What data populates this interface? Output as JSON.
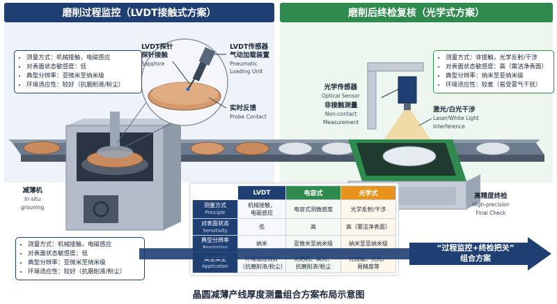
{
  "banners": {
    "left": "磨削过程监控（LVDT接触式方案）",
    "right": "磨削后终检复核（光学式方案）"
  },
  "spec_top_left": [
    "测量方式：机械接触，电磁感应",
    "对表面状态敏感度：低",
    "典型分辨率：亚微米至纳米级",
    "环境适应性：较好（抗磨削液/粉尘）"
  ],
  "spec_bottom_left": [
    "测量方式：机械接触，电磁感应",
    "对表面状态敏感度：低",
    "典型分辨率：亚微米至纳米级",
    "环境适应性：较好（抗磨削液/粉尘）"
  ],
  "spec_right": [
    "测量方式：非接触，光学反射/干涉",
    "对表面状态敏感度：高（需洁净表面）",
    "典型分辨率：纳米至亚纳米级",
    "环境适应性：较差（易受雾气干扰）"
  ],
  "labels": {
    "lvdt_probe": "LVDT探针",
    "probe_contact": "探针接触",
    "sapphire": "Sapphire",
    "lvdt_sensor": "LVDT传感器",
    "pneumatic_cn": "气动加载装置",
    "pneumatic_en": "Pneumatic Loading Unit",
    "feedback_cn": "实时反馈",
    "feedback_en": "Probe Contact",
    "thinning_cn": "减薄机",
    "thinning_en1": "In-situ",
    "thinning_en2": "grouning",
    "optical_sensor_cn": "光学传感器",
    "optical_sensor_en": "Optical Sensor",
    "noncontact_cn": "非接触测量",
    "noncontact_en1": "Non-contact",
    "noncontact_en2": "Measurement",
    "laser_cn": "激光/白光干涉",
    "laser_en1": "Laser/White Light",
    "laser_en2": "Interference",
    "final_cn": "高精度终检",
    "final_en1": "High-precision",
    "final_en2": "Final Check"
  },
  "table": {
    "headers": [
      "LVDT",
      "电容式",
      "光学式"
    ],
    "header_colors": [
      "#1f3f73",
      "#2f8a4e",
      "#e8931e"
    ],
    "rows": [
      {
        "cn": "测量方式",
        "en": "Principle",
        "cells": [
          "机械接触，\n电磁感应",
          "电容式测微感度",
          "光学反射/干涉"
        ]
      },
      {
        "cn": "对表面状态",
        "en": "Sensitivity",
        "cells": [
          "低",
          "高",
          "高（需洁净表面）"
        ]
      },
      {
        "cn": "典型分辨率",
        "en": "Resolution",
        "cells": [
          "纳米",
          "亚微米至纳米级",
          "纳米至亚纳米级"
        ]
      },
      {
        "cn": "类型类型",
        "en": "Application",
        "cells": [
          "环境适应较好\n（抗磨削液/粉尘）",
          "无晒机、高光、\n抗磨削液/粉尘",
          "光接触、光光、\n易精度等"
        ]
      }
    ]
  },
  "arrow": {
    "line1": "“过程监控+终检把关”",
    "line2": "组合方案"
  },
  "caption": "晶圆减薄产线厚度测量组合方案布局示意图"
}
